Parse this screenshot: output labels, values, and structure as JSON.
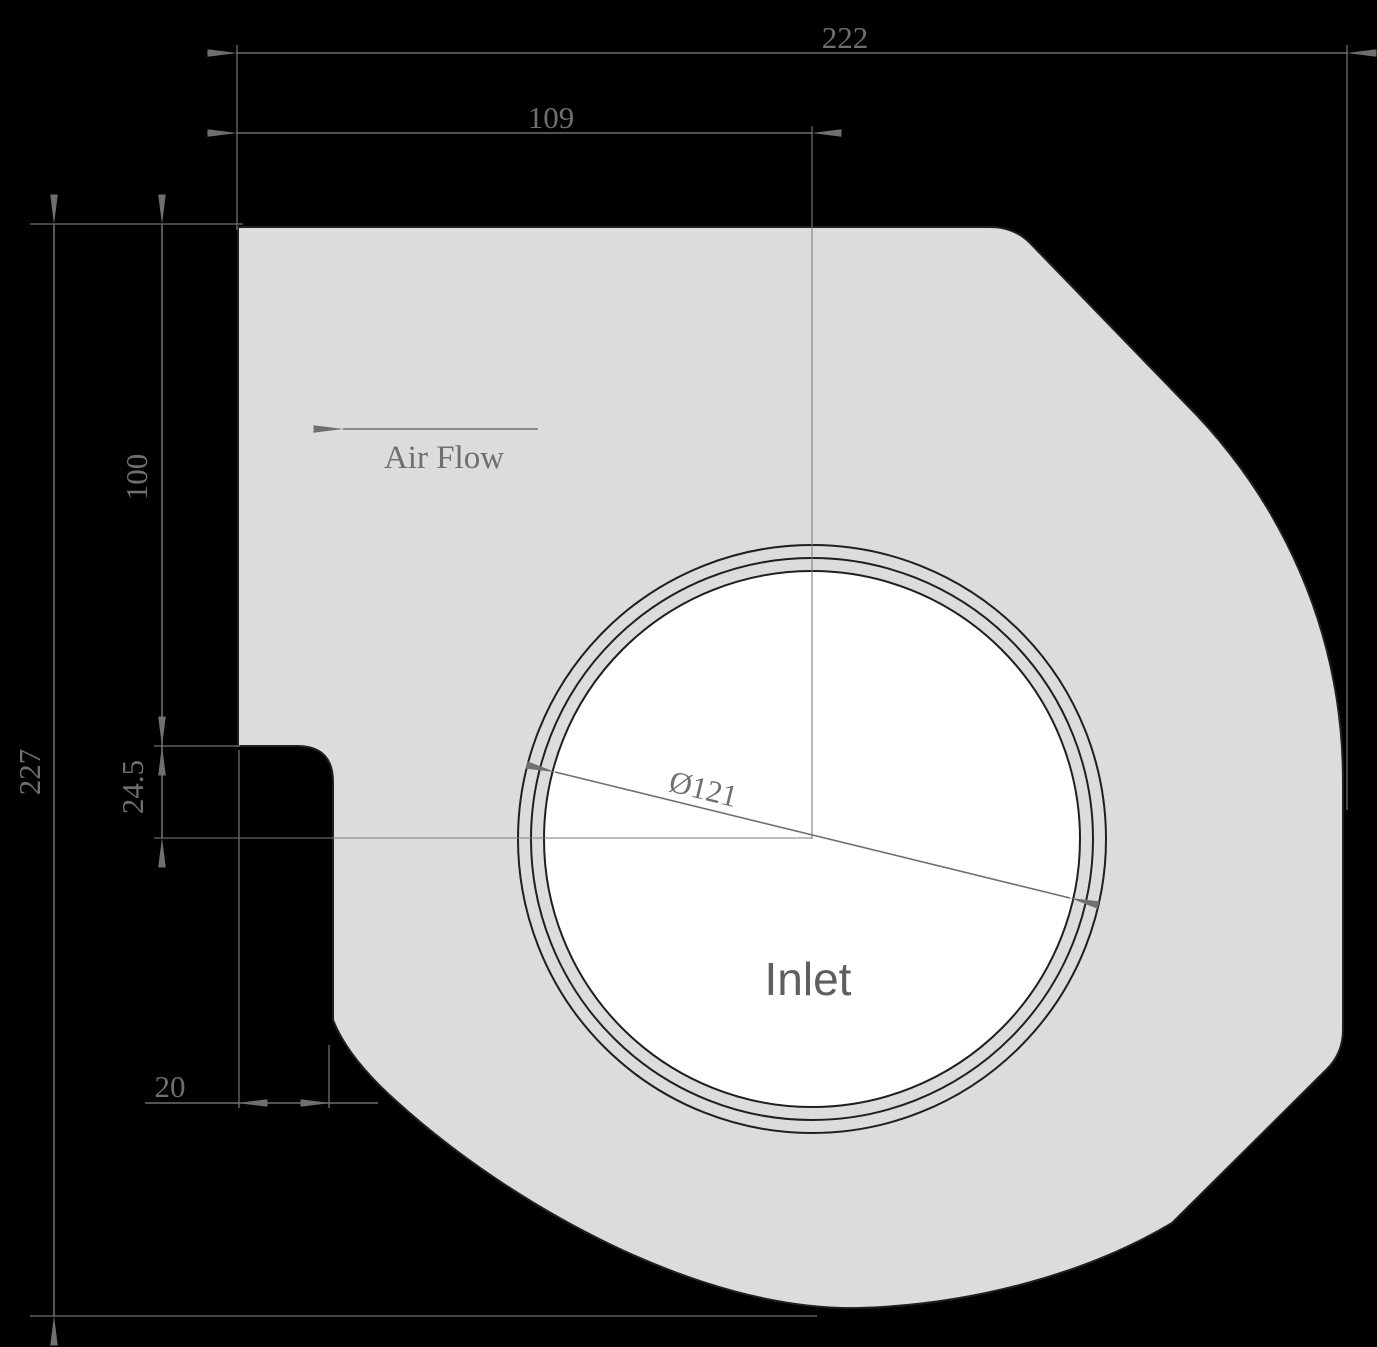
{
  "labels": {
    "air_flow": "Air Flow",
    "inlet": "Inlet"
  },
  "dims": {
    "overall_width": "222",
    "center_from_left": "109",
    "overall_height": "227",
    "outlet_opening": "100",
    "step_to_center": "24.5",
    "outlet_wall_offset": "20",
    "inlet_diameter": "Ø121"
  },
  "colors": {
    "background": "#000000",
    "body": "#dcdcdc",
    "hole": "#ffffff",
    "outline": "#1f1f1f",
    "dimension": "#6f6f6f",
    "inlet_label": "#5f5f5f",
    "centerline": "#7d7d7d"
  }
}
